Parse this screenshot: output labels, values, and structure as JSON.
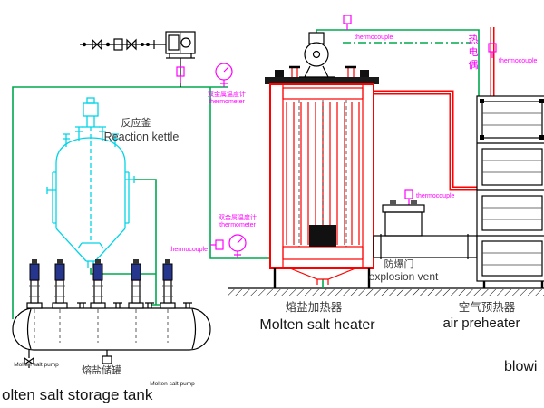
{
  "colors": {
    "pipe_green": "#00a94f",
    "pipe_red": "#fe0000",
    "kettle_cyan": "#00d5e8",
    "instr_magenta": "#ff00ff",
    "label_dark": "#3a3a3a",
    "pump_navy": "#26368c"
  },
  "equipment": {
    "reaction_kettle": {
      "name_zh": "反应釜",
      "name_en": "Reaction kettle"
    },
    "molten_salt_heater": {
      "name_zh": "熔盐加热器",
      "name_en": "Molten salt heater"
    },
    "air_preheater": {
      "name_zh": "空气预热器",
      "name_en": "air preheater"
    },
    "explosion_vent": {
      "name_zh": "防爆门",
      "name_en": "explosion vent"
    },
    "storage_tank": {
      "name_zh": "熔盐储罐",
      "name_en": "olten salt storage tank"
    },
    "blower": {
      "name_en": "blowi"
    },
    "pump_left_label": "Molten salt pump",
    "pump_right_label": "Molten salt pump"
  },
  "instruments": {
    "thermocouple": "thermocouple",
    "thermometer_zh": "双金属温度计",
    "thermometer_en": "thermometer",
    "duct_vertical_chars": [
      "热",
      "电",
      "偶"
    ]
  }
}
